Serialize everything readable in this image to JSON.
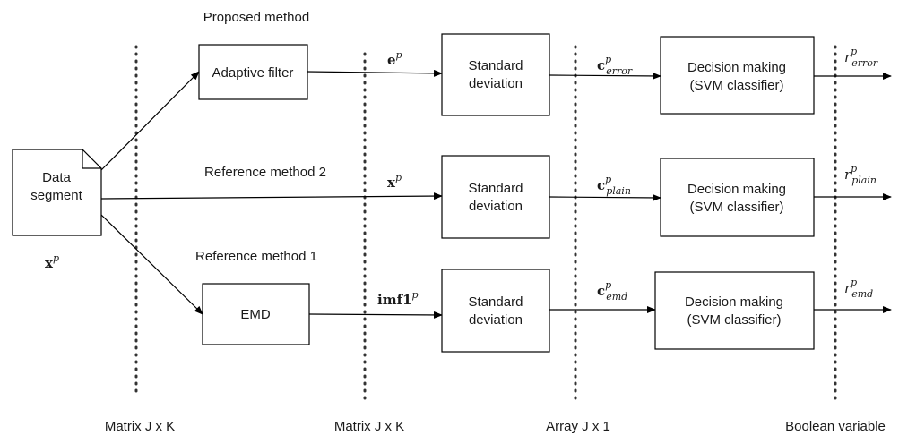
{
  "labels": {
    "proposed_method": "Proposed method",
    "reference_method_2": "Reference method 2",
    "reference_method_1": "Reference method 1"
  },
  "nodes": {
    "data_segment": [
      "Data",
      "segment"
    ],
    "adaptive_filter": "Adaptive filter",
    "emd": "EMD",
    "standard_deviation": [
      "Standard",
      "deviation"
    ],
    "decision_making": [
      "Decision making",
      "(SVM classifier)"
    ]
  },
  "variables": {
    "x_p": {
      "base": "x",
      "sup": "p"
    },
    "e_p": {
      "base": "e",
      "sup": "p"
    },
    "imf1_p": {
      "base": "imf1",
      "sup": "p"
    },
    "c_error": {
      "base": "c",
      "sup": "p",
      "sub": "error"
    },
    "c_plain": {
      "base": "c",
      "sup": "p",
      "sub": "plain"
    },
    "c_emd": {
      "base": "c",
      "sup": "p",
      "sub": "emd"
    },
    "r_error": {
      "base": "r",
      "sup": "p",
      "sub": "error"
    },
    "r_plain": {
      "base": "r",
      "sup": "p",
      "sub": "plain"
    },
    "r_emd": {
      "base": "r",
      "sup": "p",
      "sub": "emd"
    }
  },
  "stage_labels": [
    "Matrix J x K",
    "Matrix J x K",
    "Array J x 1",
    "Boolean variable"
  ]
}
